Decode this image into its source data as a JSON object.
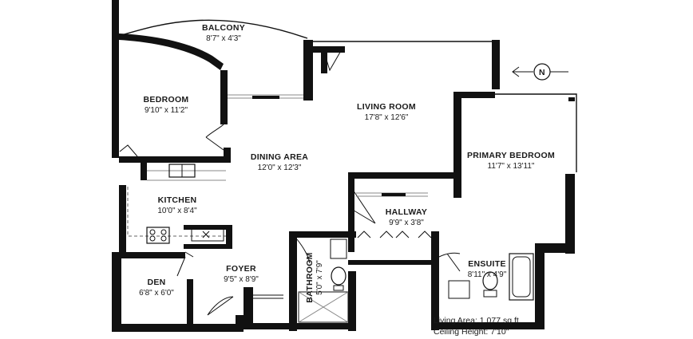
{
  "rooms": {
    "balcony": {
      "name": "BALCONY",
      "dim": "8'7\" x 4'3\""
    },
    "bedroom": {
      "name": "BEDROOM",
      "dim": "9'10\" x 11'2\""
    },
    "living": {
      "name": "LIVING ROOM",
      "dim": "17'8\" x 12'6\""
    },
    "dining": {
      "name": "DINING AREA",
      "dim": "12'0\" x 12'3\""
    },
    "primary": {
      "name": "PRIMARY BEDROOM",
      "dim": "11'7\" x 13'11\""
    },
    "kitchen": {
      "name": "KITCHEN",
      "dim": "10'0\" x 8'4\""
    },
    "hallway": {
      "name": "HALLWAY",
      "dim": "9'9\" x 3'8\""
    },
    "foyer": {
      "name": "FOYER",
      "dim": "9'5\" x 8'9\""
    },
    "den": {
      "name": "DEN",
      "dim": "6'8\" x 6'0\""
    },
    "bathroom": {
      "name": "BATHROOM",
      "dim": "5'0\" x 7'9\""
    },
    "ensuite": {
      "name": "ENSUITE",
      "dim": "8'11\" x 4'9\""
    }
  },
  "compass": {
    "label": "N"
  },
  "info": {
    "living_area": "Living Area: 1,077 sq.ft.",
    "ceiling_height": "Ceiling Height: 7'10\""
  }
}
